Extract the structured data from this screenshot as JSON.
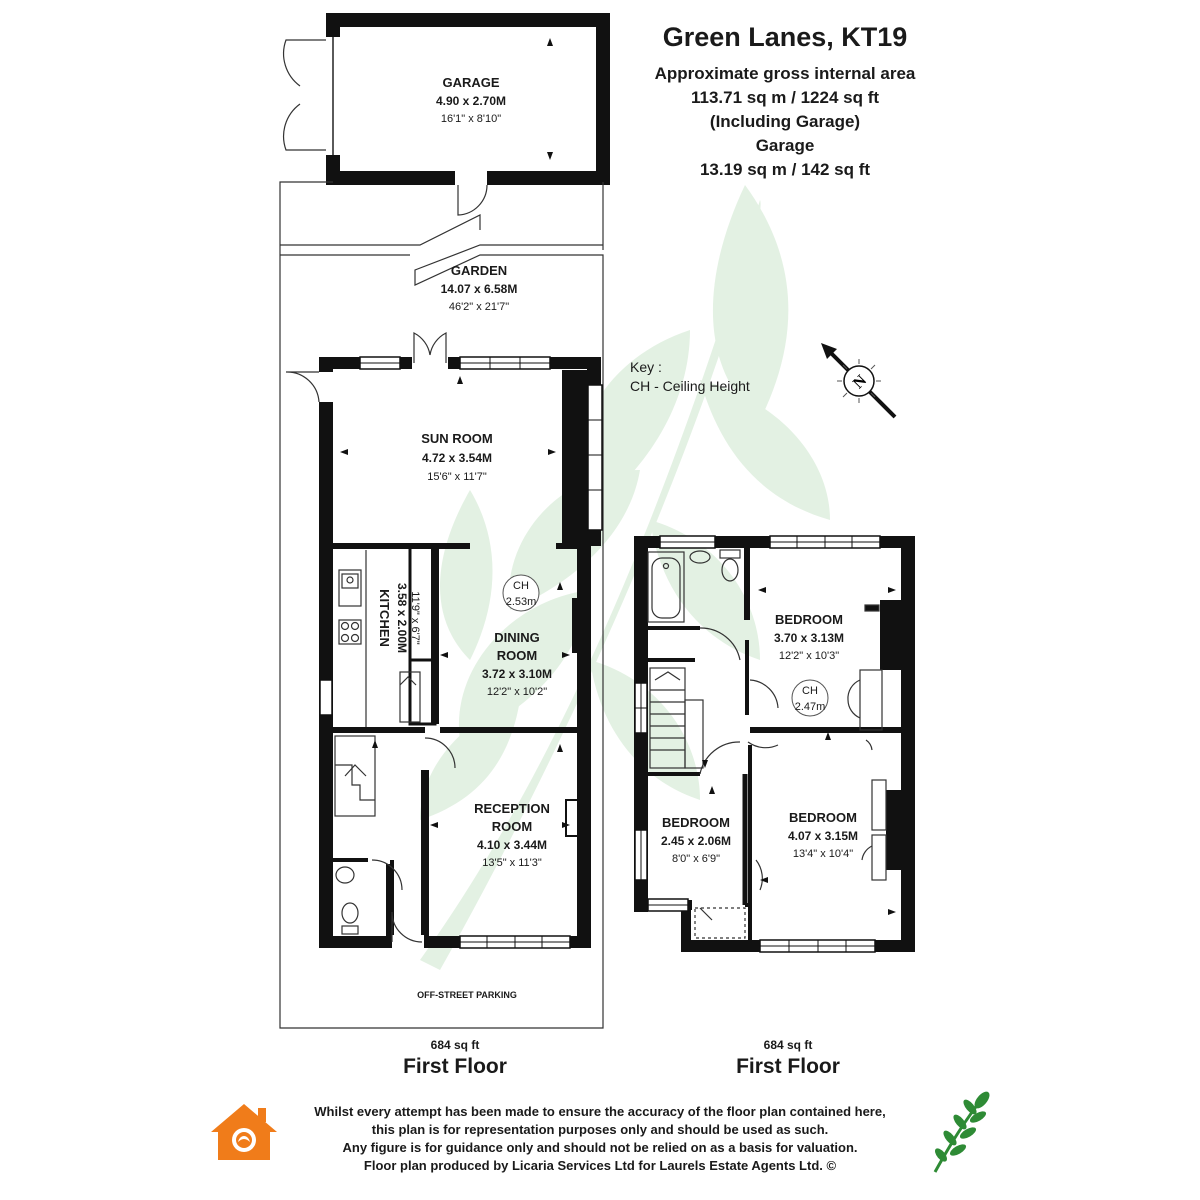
{
  "header": {
    "title": "Green Lanes, KT19",
    "area_caption": "Approximate gross internal area",
    "total_area": "113.71 sq m /  1224 sq ft",
    "including": "(Including Garage)",
    "garage_caption": "Garage",
    "garage_area": "13.19 sq m /  142 sq ft"
  },
  "key": {
    "title": "Key :",
    "ch": "CH - Ceiling Height"
  },
  "rooms": {
    "garage": {
      "name": "GARAGE",
      "metric": "4.90 x 2.70M",
      "imperial": "16'1\" x 8'10\""
    },
    "garden": {
      "name": "GARDEN",
      "metric": "14.07 x 6.58M",
      "imperial": "46'2\" x 21'7\""
    },
    "sun_room": {
      "name": "SUN ROOM",
      "metric": "4.72 x 3.54M",
      "imperial": "15'6\" x 11'7\""
    },
    "kitchen": {
      "name": "KITCHEN",
      "metric": "3.58 x 2.00M",
      "imperial": "11'9\" x 6'7\""
    },
    "dining_room": {
      "name1": "DINING",
      "name2": "ROOM",
      "metric": "3.72 x 3.10M",
      "imperial": "12'2\" x 10'2\""
    },
    "reception_room": {
      "name1": "RECEPTION",
      "name2": "ROOM",
      "metric": "4.10 x 3.44M",
      "imperial": "13'5\" x 11'3\""
    },
    "bedroom_1": {
      "name": "BEDROOM",
      "metric": "3.70 x 3.13M",
      "imperial": "12'2\" x 10'3\""
    },
    "bedroom_2": {
      "name": "BEDROOM",
      "metric": "4.07 x 3.15M",
      "imperial": "13'4\" x 10'4\""
    },
    "bedroom_3": {
      "name": "BEDROOM",
      "metric": "2.45 x 2.06M",
      "imperial": "8'0\" x 6'9\""
    },
    "parking": {
      "name": "OFF-STREET PARKING"
    }
  },
  "ceiling_heights": {
    "ground": {
      "label": "CH",
      "value": "2.53m"
    },
    "upper": {
      "label": "CH",
      "value": "2.47m"
    }
  },
  "compass": {
    "letter": "N"
  },
  "floors": {
    "left": {
      "area": "684 sq ft",
      "name": "First Floor"
    },
    "right": {
      "area": "684 sq ft",
      "name": "First Floor"
    }
  },
  "disclaimer": [
    "Whilst every attempt has been made to ensure the accuracy of the floor plan contained here,",
    "this plan is for representation purposes only and should be used as such.",
    "Any figure is for guidance only and should not be relied on as a basis for valuation.",
    "Floor plan produced by Licaria Services Ltd for Laurels Estate Agents Ltd. ©"
  ],
  "colors": {
    "wall": "#111111",
    "watermark": "#e3f1e3",
    "logo_orange": "#f07c1a",
    "logo_green": "#2e8b35"
  }
}
